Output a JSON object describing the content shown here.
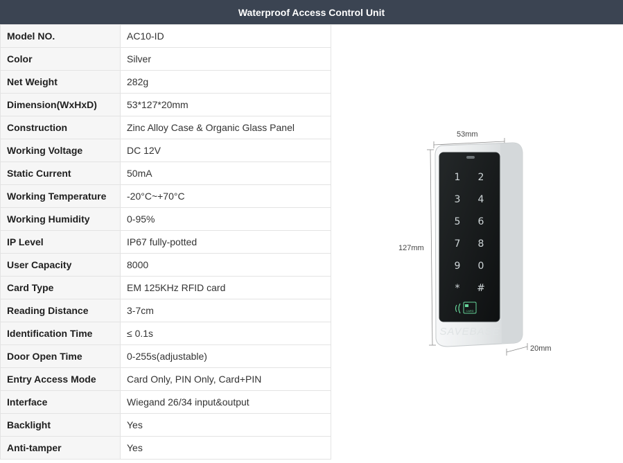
{
  "header": {
    "title": "Waterproof Access Control Unit"
  },
  "specs": [
    {
      "label": "Model NO.",
      "value": "AC10-ID"
    },
    {
      "label": "Color",
      "value": "Silver"
    },
    {
      "label": "Net Weight",
      "value": "282g"
    },
    {
      "label": "Dimension(WxHxD)",
      "value": "53*127*20mm"
    },
    {
      "label": "Construction",
      "value": "Zinc Alloy Case & Organic Glass Panel"
    },
    {
      "label": "Working Voltage",
      "value": "DC 12V"
    },
    {
      "label": "Static Current",
      "value": "50mA"
    },
    {
      "label": "Working Temperature",
      "value": "-20°C~+70°C"
    },
    {
      "label": "Working Humidity",
      "value": "0-95%"
    },
    {
      "label": "IP Level",
      "value": "IP67 fully-potted"
    },
    {
      "label": "User Capacity",
      "value": "8000"
    },
    {
      "label": "Card Type",
      "value": "EM 125KHz RFID card"
    },
    {
      "label": "Reading Distance",
      "value": "3-7cm"
    },
    {
      "label": "Identification Time",
      "value": "≤ 0.1s"
    },
    {
      "label": "Door Open Time",
      "value": "0-255s(adjustable)"
    },
    {
      "label": "Entry Access Mode",
      "value": "Card Only, PIN Only, Card+PIN"
    },
    {
      "label": "Interface",
      "value": "Wiegand 26/34 input&output"
    },
    {
      "label": "Backlight",
      "value": "Yes"
    },
    {
      "label": "Anti-tamper",
      "value": "Yes"
    }
  ],
  "product_image": {
    "width_label": "53mm",
    "height_label": "127mm",
    "depth_label": "20mm",
    "keys": [
      "1",
      "2",
      "3",
      "4",
      "5",
      "6",
      "7",
      "8",
      "9",
      "0",
      "*",
      "#"
    ],
    "card_label": "CARD",
    "watermark": "SAVEBASE",
    "icons": [
      "rfid-wave-icon",
      "card-icon"
    ],
    "colors": {
      "panel": "#141617",
      "key_glow": "#66d59a",
      "case": "#e8ebec"
    }
  }
}
